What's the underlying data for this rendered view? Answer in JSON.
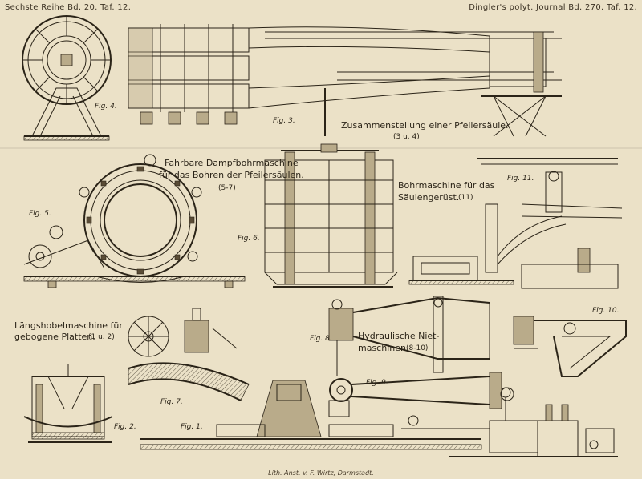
{
  "header": {
    "left": "Sechste Reihe Bd. 20. Taf. 12.",
    "right": "Dingler's polyt. Journal Bd. 270. Taf. 12."
  },
  "captions": {
    "zusammenstellung": "Zusammenstellung einer Pfeilersäule.",
    "zusammenstellung_ref": "(3 u. 4)",
    "dampfbohr_1": "Fahrbare Dampfbohrmaschine",
    "dampfbohr_2": "für das Bohren der Pfeilersäulen.",
    "dampfbohr_ref": "(5-7)",
    "bohrmaschine_1": "Bohrmaschine für das",
    "bohrmaschine_2": "Säulengerüst.",
    "bohrmaschine_ref": "(11)",
    "hobel_1": "Längshobelmaschine für",
    "hobel_2": "gebogene Platten.",
    "hobel_ref": "(1 u. 2)",
    "niet_1": "Hydraulische Niet-",
    "niet_2": "maschinen.",
    "niet_ref": "(8-10)"
  },
  "figures": {
    "fig1": "Fig. 1.",
    "fig2": "Fig. 2.",
    "fig3": "Fig. 3.",
    "fig4": "Fig. 4.",
    "fig5": "Fig. 5.",
    "fig6": "Fig. 6.",
    "fig7": "Fig. 7.",
    "fig8": "Fig. 8.",
    "fig9": "Fig. 9.",
    "fig10": "Fig. 10.",
    "fig11": "Fig. 11."
  },
  "footer": "Lith. Anst. v. F. Wirtz, Darmstadt.",
  "colors": {
    "paper": "#ebe1c7",
    "ink": "#2b2418"
  }
}
